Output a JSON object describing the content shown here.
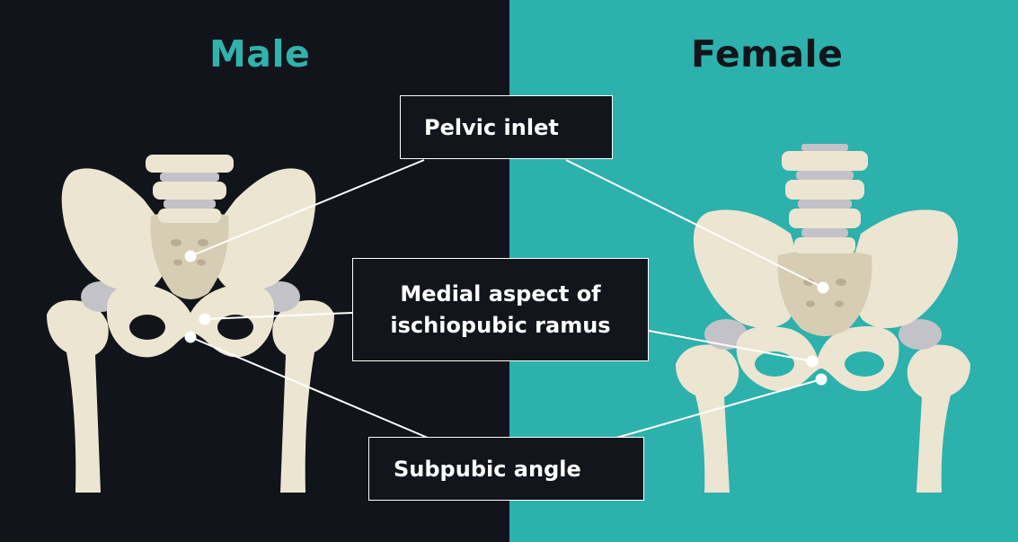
{
  "colors": {
    "left_background": "#12141b",
    "right_background": "#2db1ac",
    "male_heading": "#2fb3ad",
    "female_heading": "#12141b",
    "callout_fill": "#13151c",
    "callout_border": "#ffffff",
    "leader_line": "#ffffff",
    "bone": "#ece5d2",
    "bone_shade": "#d6cdb4",
    "bone_dark": "#b9ae93",
    "cartilage": "#c3c2c9"
  },
  "headings": {
    "male": "Male",
    "female": "Female"
  },
  "callouts": {
    "pelvic_inlet": "Pelvic inlet",
    "medial_aspect_line1": "Medial aspect of",
    "medial_aspect_line2": "ischiopubic ramus",
    "subpubic_angle": "Subpubic angle"
  },
  "icons": {
    "male_pelvis": "male-pelvis-illustration",
    "female_pelvis": "female-pelvis-illustration",
    "marker": "leader-dot"
  }
}
